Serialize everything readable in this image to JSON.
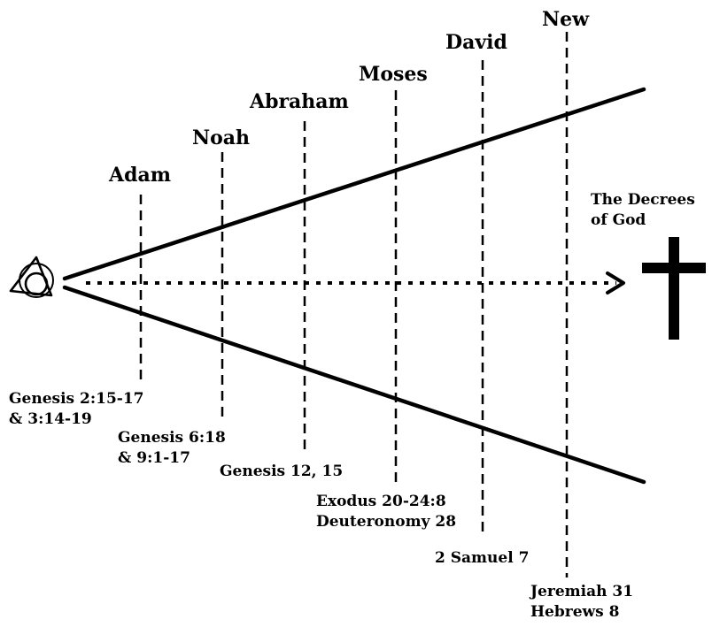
{
  "covenants": [
    {
      "name": "Adam",
      "reference": "Genesis 2:15-17\n& 3:14-19"
    },
    {
      "name": "Noah",
      "reference": "Genesis 6:18\n& 9:1-17"
    },
    {
      "name": "Abraham",
      "reference": "Genesis 12, 15"
    },
    {
      "name": "Moses",
      "reference": "Exodus 20-24:8\nDeuteronomy 28"
    },
    {
      "name": "David",
      "reference": "2 Samuel 7"
    },
    {
      "name": "New",
      "reference": "Jeremiah 31\nHebrews 8"
    }
  ],
  "decrees_label": "The Decrees\nof God",
  "icons": {
    "origin": "trinity-knot-icon",
    "end": "cross-icon"
  },
  "colors": {
    "ink": "#000000",
    "background": "#ffffff"
  }
}
